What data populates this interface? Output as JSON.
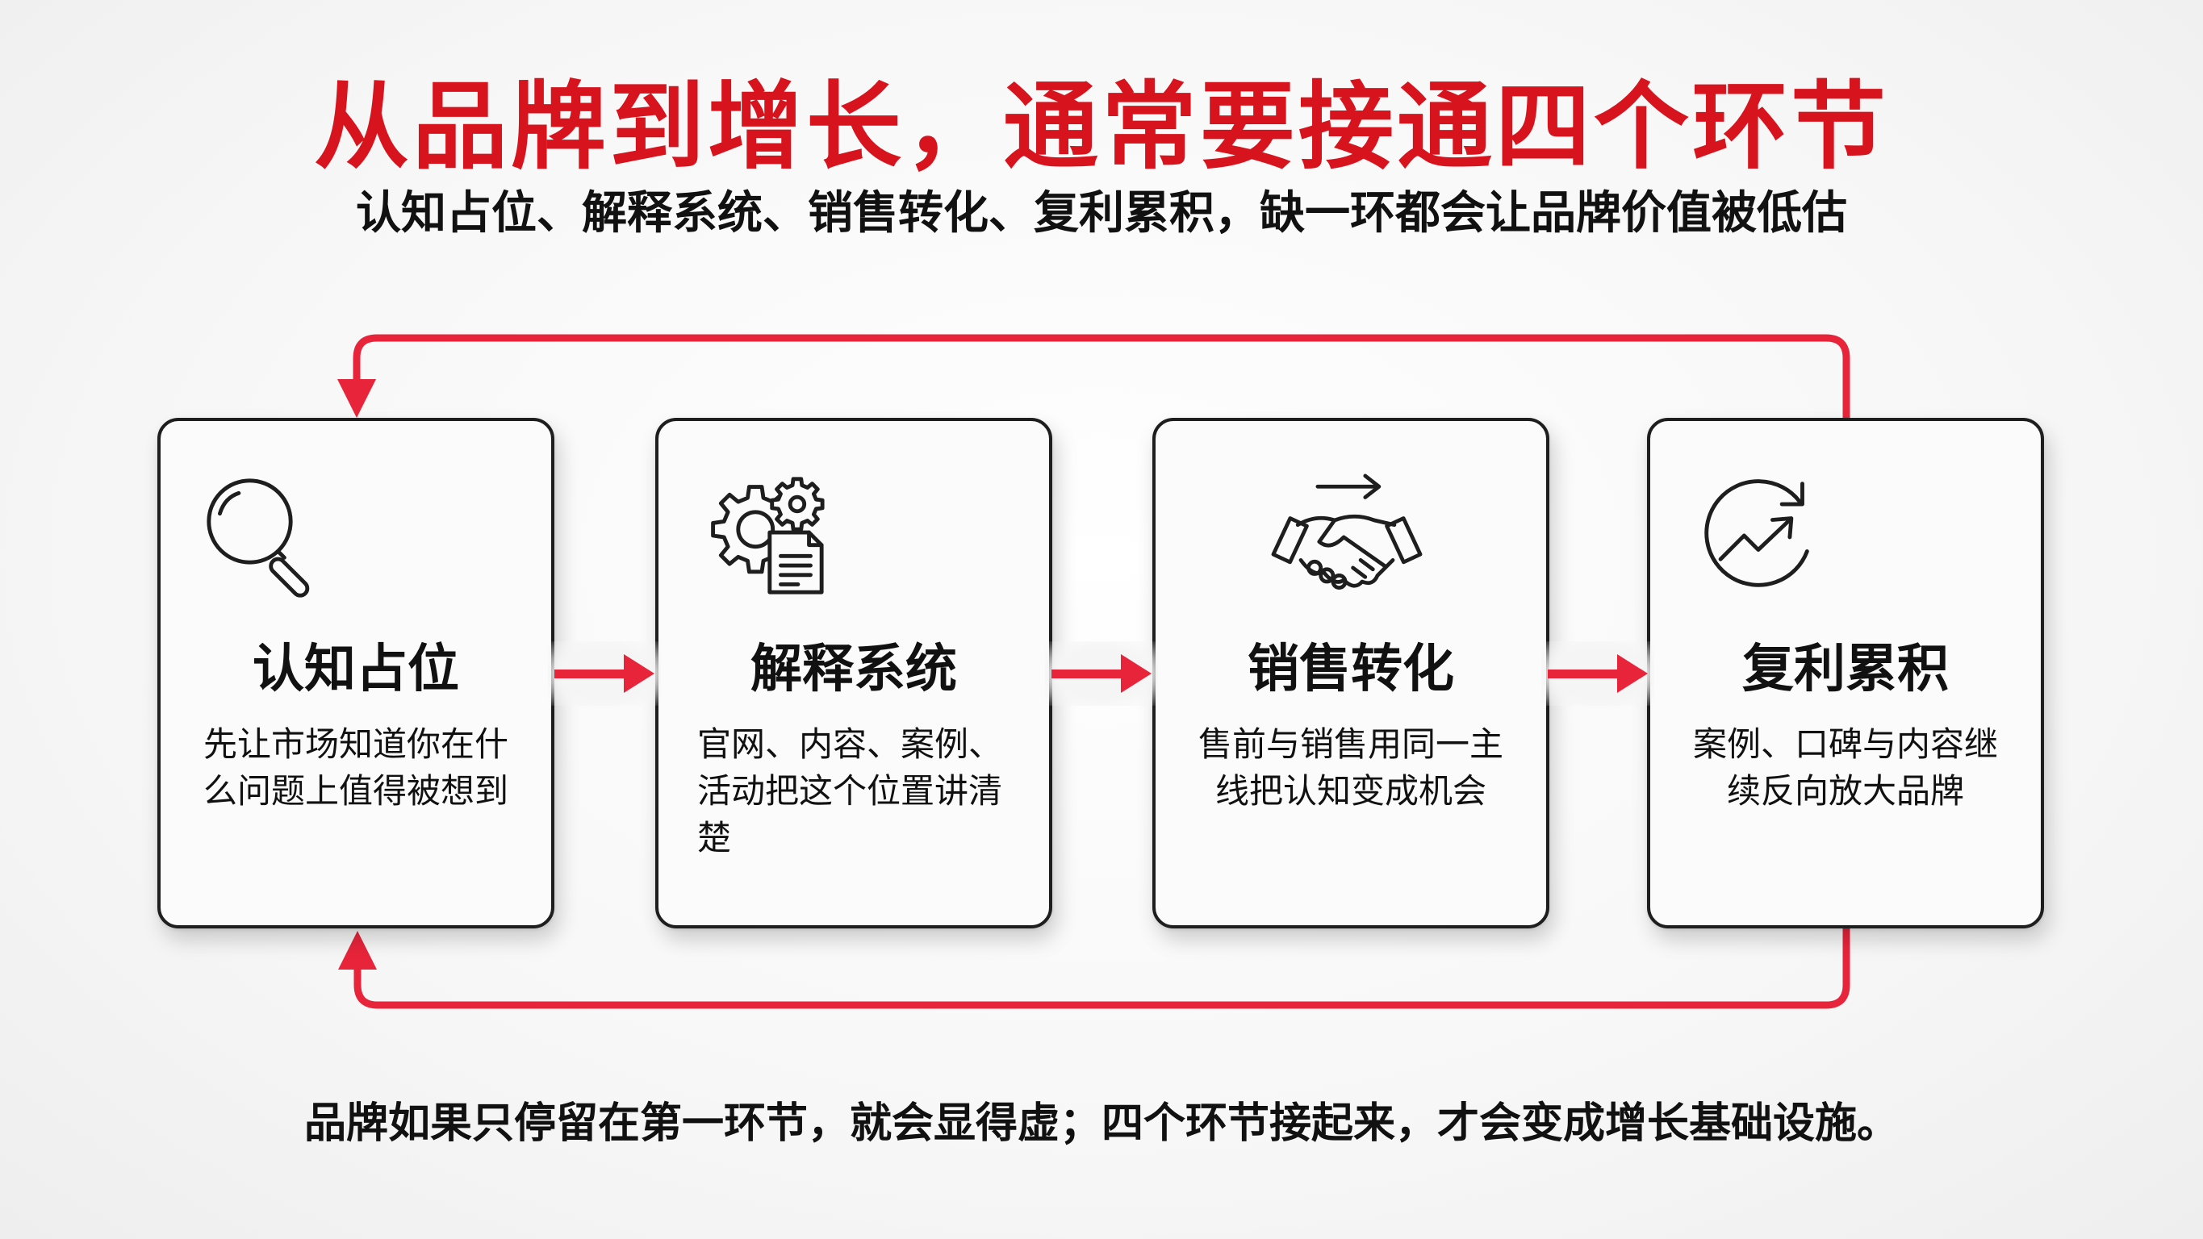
{
  "header": {
    "title": "从品牌到增长，通常要接通四个环节",
    "subtitle": "认知占位、解释系统、销售转化、复利累积，缺一环都会让品牌价值被低估"
  },
  "colors": {
    "accent_red": "#d7141e",
    "flow_red": "#e8243a",
    "ink": "#1e1e1e",
    "card_bg": "#fbfbfb"
  },
  "stages": [
    {
      "icon": "magnifier-icon",
      "title": "认知占位",
      "description": "先让市场知道你在什么问题上值得被想到"
    },
    {
      "icon": "gear-document-icon",
      "title": "解释系统",
      "description": "官网、内容、案例、活动把这个位置讲清楚"
    },
    {
      "icon": "handshake-arrow-icon",
      "title": "销售转化",
      "description": "售前与销售用同一主线把认知变成机会"
    },
    {
      "icon": "growth-cycle-icon",
      "title": "复利累积",
      "description": "案例、口碑与内容继续反向放大品牌"
    }
  ],
  "flow": {
    "forward_arrows": 3,
    "loop": "stage 4 feeds back to stage 1 (top and bottom return lines)"
  },
  "footer": {
    "text": "品牌如果只停留在第一环节，就会显得虚；四个环节接起来，才会变成增长基础设施。"
  }
}
